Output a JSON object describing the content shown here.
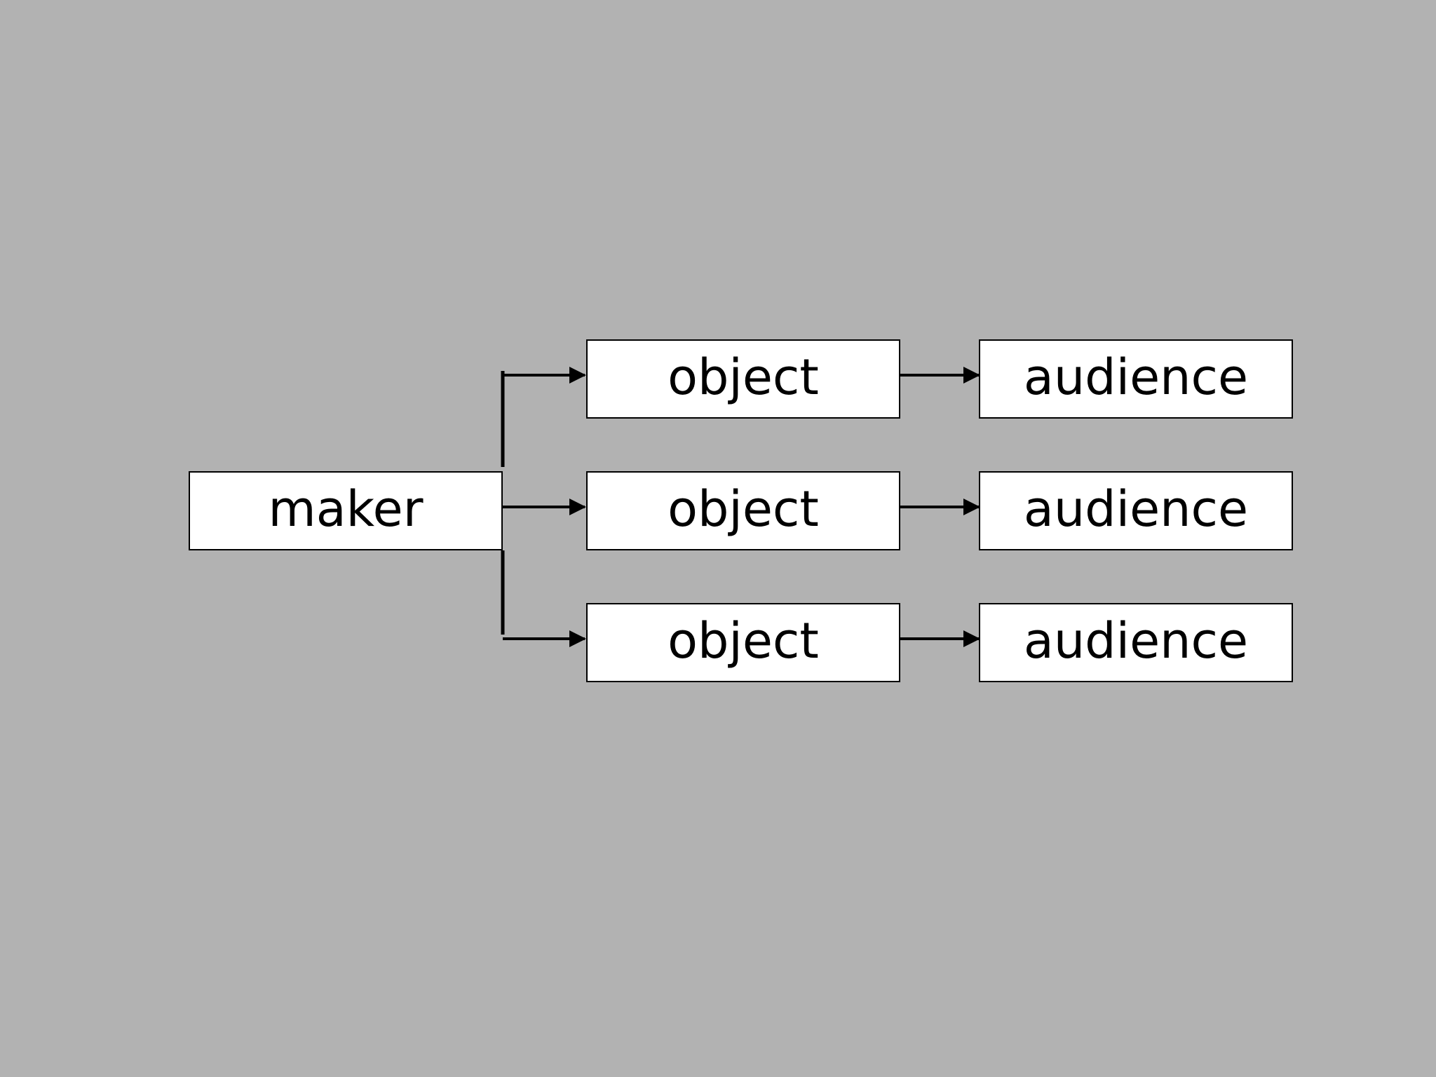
{
  "colors": {
    "background": "#b2b2b2",
    "box_fill": "#ffffff",
    "box_border": "#000000",
    "arrow": "#000000",
    "text": "#000000"
  },
  "diagram": {
    "maker": {
      "label": "maker"
    },
    "rows": [
      {
        "object": {
          "label": "object"
        },
        "audience": {
          "label": "audience"
        }
      },
      {
        "object": {
          "label": "object"
        },
        "audience": {
          "label": "audience"
        }
      },
      {
        "object": {
          "label": "object"
        },
        "audience": {
          "label": "audience"
        }
      }
    ]
  }
}
